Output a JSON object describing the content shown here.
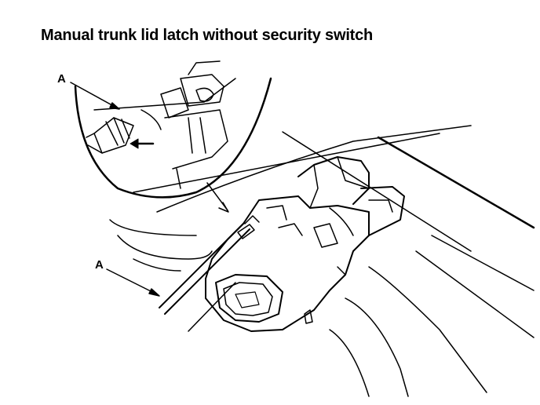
{
  "title": "Manual trunk lid latch without security switch",
  "callouts": [
    {
      "label": "A"
    },
    {
      "label": "A"
    }
  ]
}
